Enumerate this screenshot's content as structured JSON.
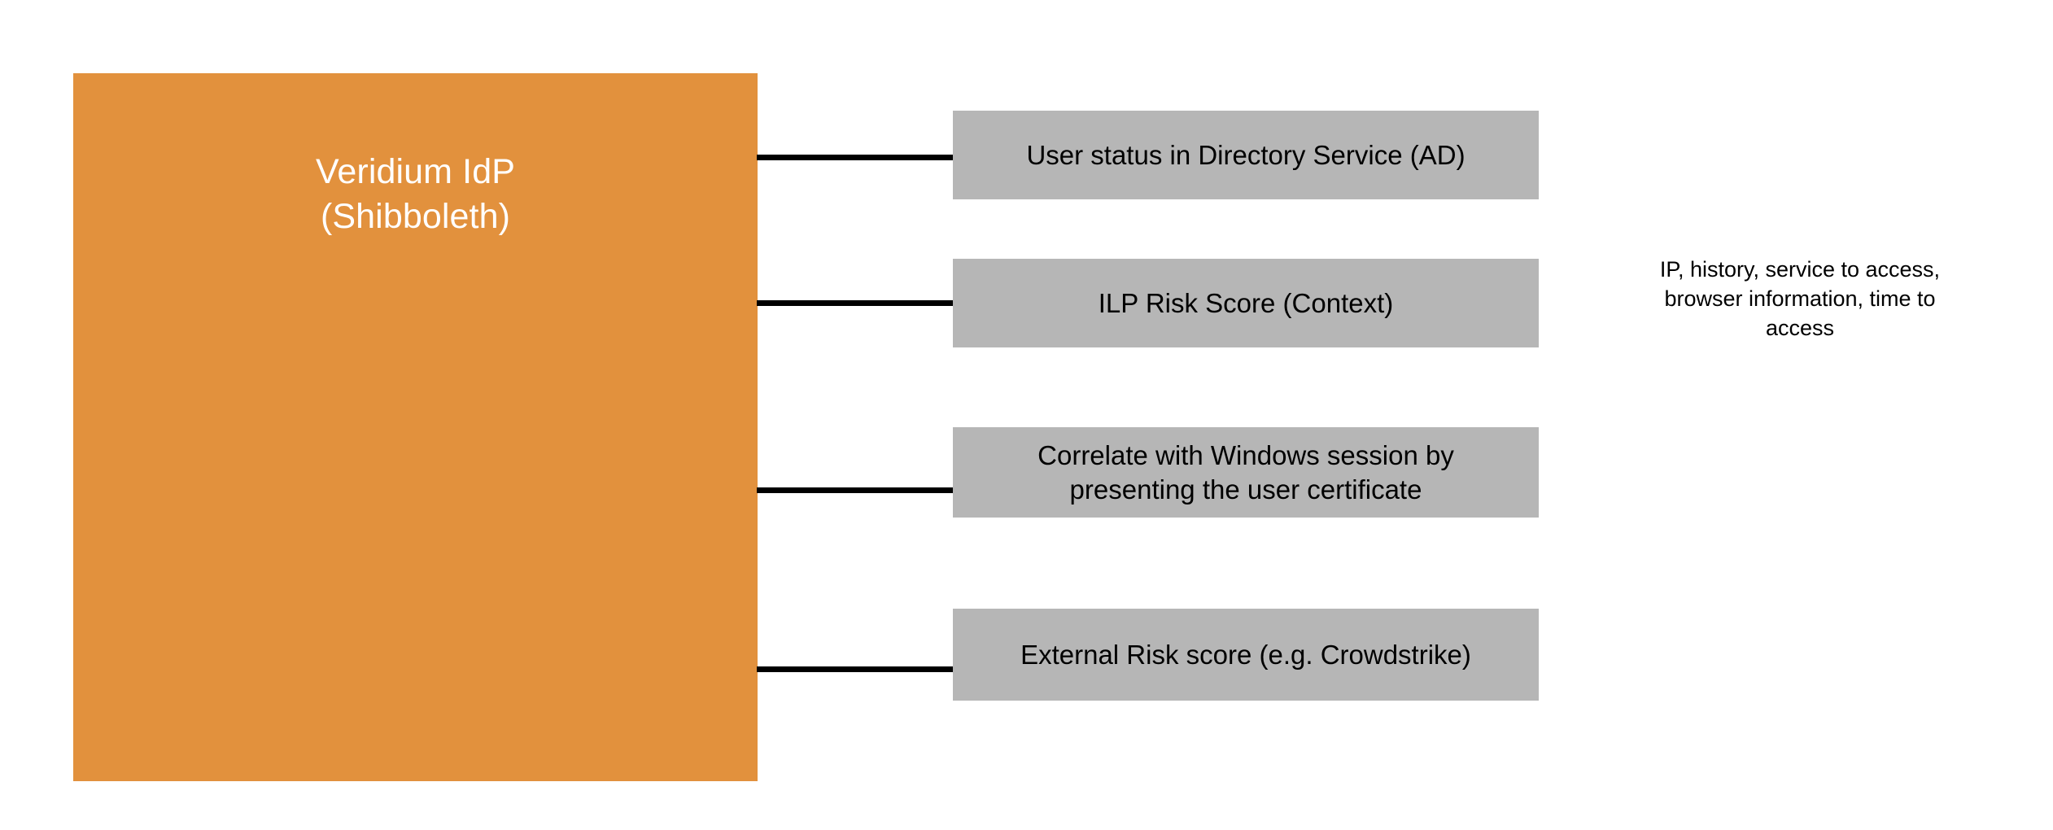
{
  "diagram": {
    "title": "Veridium IdP risk-signal diagram",
    "colors": {
      "primary_node": "#E2913D",
      "factor_node": "#B6B6B6",
      "connector": "#000000",
      "primary_node_text": "#FFFFFF",
      "factor_node_text": "#000000",
      "background": "#FFFFFF"
    },
    "primary_node": {
      "label": "Veridium IdP\n(Shibboleth)",
      "line_1": "Veridium IdP",
      "line_2": "(Shibboleth)"
    },
    "factors": [
      {
        "id": "user-status-directory-service",
        "label": "User status in Directory Service (AD)"
      },
      {
        "id": "ilp-risk-score",
        "label": "ILP Risk Score (Context)"
      },
      {
        "id": "correlate-windows-session",
        "label": "Correlate with Windows session by\npresenting the user certificate"
      },
      {
        "id": "external-risk-score",
        "label": "External Risk score (e.g. Crowdstrike)"
      }
    ],
    "annotation": {
      "label": "IP, history, service to access,\nbrowser information, time to\naccess"
    }
  }
}
